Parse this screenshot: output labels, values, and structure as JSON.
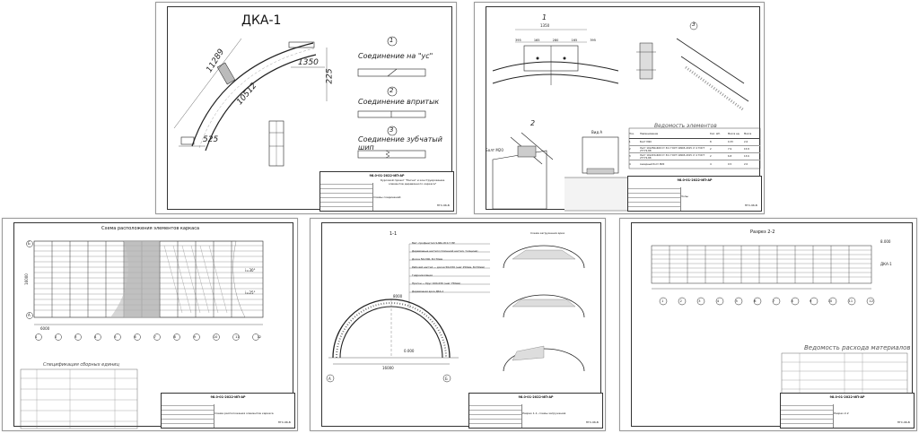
{
  "sheet1": {
    "title": "ДКА-1",
    "dims": [
      "11289",
      "1350",
      "225",
      "10512",
      "525"
    ],
    "joint1_num": "1",
    "joint1_label": "Соединение на \"ус\"",
    "joint2_num": "2",
    "joint2_label": "Соединение впритык",
    "joint3_num": "3",
    "joint3_label": "Соединение зубчатый шип",
    "code": "98.0-01-2022-ИП-АР",
    "block_title": "Курсовой проект \"Расчет и конструирование элементов деревянного каркаса\"",
    "block_sub": "Схемы соединений",
    "block_num": "ПГС-96-Б"
  },
  "sheet2": {
    "detail1": "1",
    "dim_total": "1350",
    "dims_row": [
      "395",
      "165",
      "280",
      "165",
      "395"
    ],
    "detail2": "2",
    "detail3": "3",
    "bolt_label": "Болт М20",
    "view_label": "Вид А",
    "table_title": "Ведомость элементов",
    "table_header": [
      "Поз.",
      "Наименование",
      "Кол. Шт.",
      "Масса ед.",
      "Масса"
    ],
    "table_rows": [
      [
        "1",
        "Болт М20",
        "8",
        "0.33",
        "2.6"
      ],
      [
        "2",
        "Лист 10x250x400 Ст 3пс ГОСТ 19903-2015 ст.2 ГОСТ 27772-88",
        "2",
        "7.9",
        "15.8"
      ],
      [
        "3",
        "Лист 10x215x400 Ст 3пс ГОСТ 19903-2015 ст.2 ГОСТ 27772-88",
        "2",
        "6.8",
        "13.6"
      ],
      [
        "4",
        "Анкерный болт М20",
        "4",
        "0.5",
        "2.0"
      ]
    ],
    "code": "98.0-01-2022-ИП-АР",
    "block_sub": "Узлы",
    "block_num": "ПГС-96-Б"
  },
  "sheet3": {
    "title": "Схема расположения элементов каркаса",
    "axis_letters": [
      "Б",
      "А"
    ],
    "axis_numbers": [
      "1",
      "2",
      "3",
      "4",
      "5",
      "6",
      "7",
      "8",
      "9",
      "10",
      "11",
      "12"
    ],
    "bay": "6000",
    "span_label": "16000",
    "slope1": "i=30°",
    "slope2": "i=25°",
    "spec_title": "Спецификация сборных единиц",
    "code": "98.0-01-2022-ИП-АР",
    "block_sub": "Схема расположения элементов каркаса",
    "block_num": "ПГС-96-Б"
  },
  "sheet4": {
    "title": "1-1",
    "span": "16000",
    "level": "0.000",
    "height": "8000",
    "axis_a": "А",
    "axis_b": "Б",
    "layers": [
      "Мет. профнастил S-NR-18 0.7 ПР",
      "Деревянные настил (сплошной настил, толщина)",
      "Доска 50x300, Б=70мм",
      "Рабочий настил — доски 50x150 (шаг 250мм, Б=50мм)",
      "Гидроизоляция",
      "Прогон — брус 100x150 (шаг 750мм)",
      "Деревянная арка ДКА-1"
    ],
    "scheme_title": "Схема загружения арки",
    "code": "98.0-01-2022-ИП-АР",
    "block_sub": "Разрез 1-1, схемы загружения",
    "block_num": "ПГС-96-Б"
  },
  "sheet5": {
    "title": "Разрез 2-2",
    "level_top": "8.000",
    "level_mid": "ДКА-1",
    "axis_numbers": [
      "1",
      "2",
      "3",
      "4",
      "5",
      "6",
      "7",
      "8",
      "9",
      "10",
      "11",
      "12"
    ],
    "table_title": "Ведомость расхода материалов",
    "code": "98.0-01-2022-ИП-АР",
    "block_sub": "Разрез 2-2",
    "block_num": "ПГС-96-Б"
  }
}
